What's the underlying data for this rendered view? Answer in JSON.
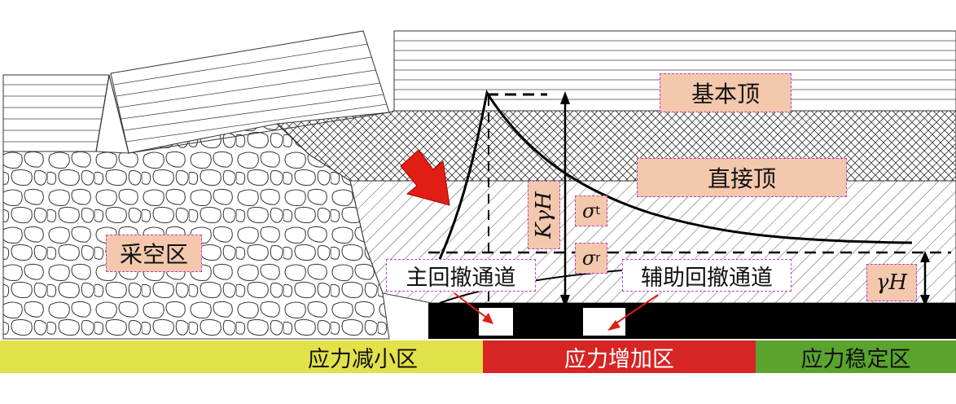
{
  "labels": {
    "main_roof": "基本顶",
    "immediate_roof": "直接顶",
    "goaf": "采空区",
    "main_roadway": "主回撤通道",
    "aux_roadway": "辅助回撤通道",
    "peak_stress": "KγH",
    "sigma_t": "σ",
    "sigma_t_sub": "t",
    "sigma_r": "σ",
    "sigma_r_sub": "r",
    "in_situ_stress": "γH"
  },
  "zones": {
    "decrease": "应力减小区",
    "increase": "应力增加区",
    "stable": "应力稳定区"
  },
  "colors": {
    "zone_decrease": "#e3e14a",
    "zone_increase": "#d72424",
    "zone_stable": "#5aa42e",
    "label_fill": "#f3c8ad",
    "label_border": "#c040c0",
    "arrow": "#e01e14",
    "coal_seam": "#000000"
  },
  "icons": {
    "load_arrow": "thick-red-arrow-icon",
    "dimension_arrow": "double-headed-arrow-icon"
  }
}
